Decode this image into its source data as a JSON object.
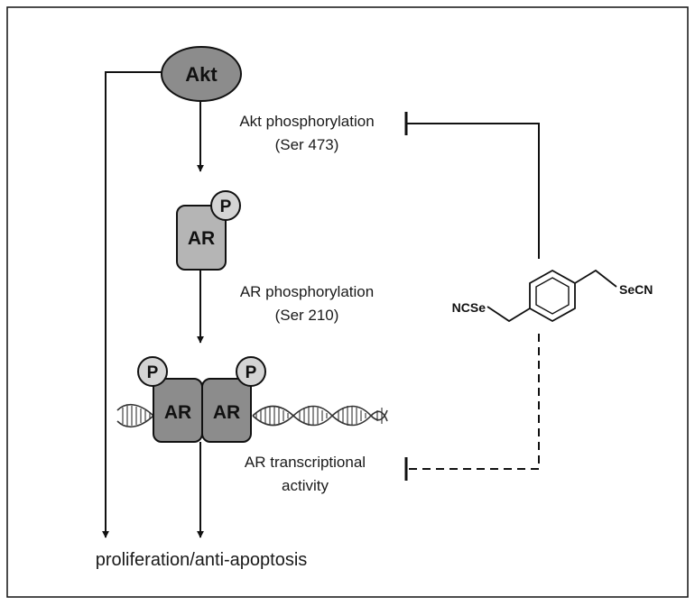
{
  "nodes": {
    "akt": "Akt",
    "ar_single": "AR",
    "p_single": "P",
    "ar_left": "AR",
    "ar_right": "AR",
    "p_left": "P",
    "p_right": "P"
  },
  "labels": {
    "akt_phos_line1": "Akt phosphorylation",
    "akt_phos_line2": "(Ser 473)",
    "ar_phos_line1": "AR phosphorylation",
    "ar_phos_line2": "(Ser 210)",
    "ar_tx_line1": "AR transcriptional",
    "ar_tx_line2": "activity",
    "outcome": "proliferation/anti-apoptosis"
  },
  "compound": {
    "left_group": "NCSe",
    "right_group": "SeCN"
  },
  "colors": {
    "akt_fill": "#8c8c8c",
    "ar_single_fill": "#b5b5b5",
    "ar_pair_fill": "#8c8c8c",
    "p_fill": "#d4d4d4",
    "line": "#111111"
  }
}
